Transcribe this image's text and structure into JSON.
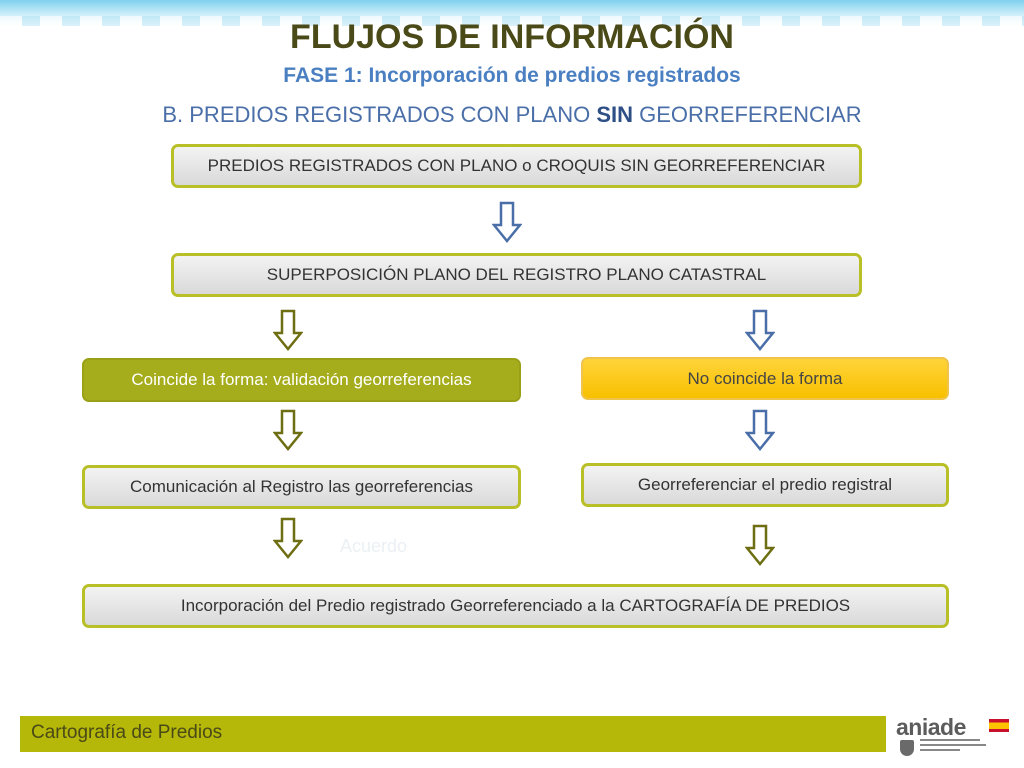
{
  "header": {
    "title": "FLUJOS DE INFORMACIÓN",
    "subtitle": "FASE 1: Incorporación de predios registrados",
    "section_prefix": "B. PREDIOS REGISTRADOS CON PLANO ",
    "section_emphasis": "SIN",
    "section_suffix": " GEORREFERENCIAR"
  },
  "flow": {
    "start": "PREDIOS REGISTRADOS CON PLANO o CROQUIS SIN GEORREFERENCIAR",
    "overlay": "SUPERPOSICIÓN PLANO DEL REGISTRO PLANO CATASTRAL",
    "match": "Coincide la forma: validación georreferencias",
    "no_match": "No coincide la forma",
    "communicate": "Comunicación al Registro las georreferencias",
    "georeference": "Georreferenciar el predio registral",
    "ghost_label": "Acuerdo",
    "final": "Incorporación del Predio registrado Georreferenciado a la CARTOGRAFÍA DE PREDIOS"
  },
  "footer": {
    "label": "Cartografía de Predios",
    "logo_text": "aniade"
  },
  "colors": {
    "olive": "#a6ad1c",
    "yellow": "#f8c000",
    "blue_arrow": "#4a6fa8",
    "olive_arrow": "#6e6e12"
  }
}
